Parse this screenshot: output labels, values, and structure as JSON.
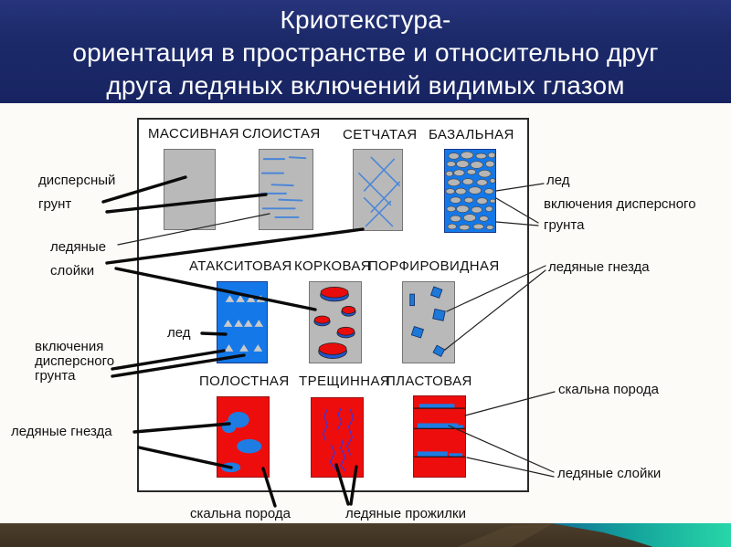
{
  "title": {
    "line1": "Криотекстура-",
    "line2": "ориентация в пространстве и относительно друг",
    "line3": "друга ледяных включений видимых глазом"
  },
  "textures": {
    "row1": [
      "МАССИВНАЯ",
      "СЛОИСТАЯ",
      "СЕТЧАТАЯ",
      "БАЗАЛЬНАЯ"
    ],
    "row2": [
      "АТАКСИТОВАЯ",
      "КОРКОВАЯ",
      "ПОРФИРОВИДНАЯ"
    ],
    "row3": [
      "ПОЛОСТНАЯ",
      "ТРЕЩИННАЯ",
      "ПЛАСТОВАЯ"
    ]
  },
  "labels": {
    "left_dispersed_ground": "дисперсный грунт",
    "left_ice_layers": "ледяные слойки",
    "ice": "лед",
    "left_ground_inclusions": "включения дисперсного грунта",
    "left_ice_nests": "ледяные гнезда",
    "right_ice": "лед",
    "right_ground_inclusions": "включения дисперсного грунта",
    "right_ice_nests": "ледяные гнезда",
    "right_rock": "скальна порода",
    "right_ice_layers": "ледяные слойки",
    "bottom_rock": "скальна порода",
    "bottom_ice_veins": "ледяные прожилки"
  },
  "colors": {
    "header_navy": "#1c2a6a",
    "ice_blue": "#1478e8",
    "ground_gray": "#b9b9b9",
    "rock_red": "#ee0d0d",
    "footer_brown": "#47392a",
    "footer_teal": "#22cfa4"
  }
}
